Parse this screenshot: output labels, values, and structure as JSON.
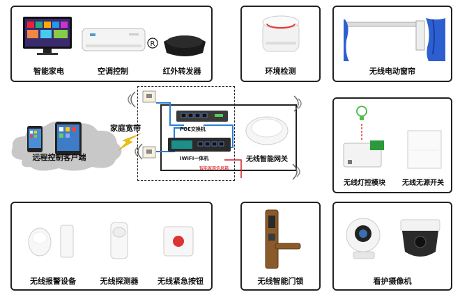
{
  "top_left": {
    "labels": [
      "智能家电",
      "空调控制",
      "红外转发器"
    ]
  },
  "env": {
    "label": "环境检测"
  },
  "curtain": {
    "label": "无线电动窗帘"
  },
  "middle": {
    "client_label": "远程控制客户端",
    "broadband_label": "家庭宽带",
    "poe_label": "POE交换机",
    "iwifi_label": "IWIFI一体机",
    "gateway_label": "无线智能网关",
    "info_label": "智能家用信息箱"
  },
  "lighting": {
    "labels": [
      "无线灯控模块",
      "无线无源开关"
    ]
  },
  "security": {
    "labels": [
      "无线报警设备",
      "无线探测器",
      "无线紧急按钮"
    ]
  },
  "lock": {
    "label": "无线智能门锁"
  },
  "camera": {
    "label": "看护摄像机"
  },
  "colors": {
    "border": "#222222",
    "cable_blue": "#2a7fd4",
    "cable_red": "#d02020",
    "cloud": "#c8c8c8",
    "lightning": "#f2c200"
  }
}
